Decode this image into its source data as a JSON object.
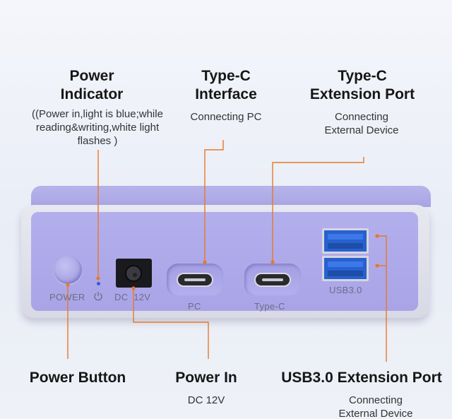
{
  "annotations": {
    "power_indicator": {
      "title_line1": "Power",
      "title_line2": "Indicator",
      "desc_line1": "((Power in,light is blue;while",
      "desc_line2": "reading&writing,white light",
      "desc_line3": "flashes )"
    },
    "typec_interface": {
      "title_line1": "Type-C",
      "title_line2": "Interface",
      "desc": "Connecting PC"
    },
    "typec_extension": {
      "title_line1": "Type-C",
      "title_line2": "Extension Port",
      "desc_line1": "Connecting",
      "desc_line2": "External Device"
    },
    "power_button": {
      "title": "Power Button"
    },
    "power_in": {
      "title": "Power In",
      "desc": "DC 12V"
    },
    "usb3_extension": {
      "title": "USB3.0 Extension Port",
      "desc_line1": "Connecting",
      "desc_line2": "External Device"
    }
  },
  "device": {
    "labels": {
      "power": "POWER",
      "dc": "DC  12V",
      "pc": "PC",
      "typec": "Type-C",
      "usb3": "USB3.0"
    }
  },
  "colors": {
    "leader_line": "#e8782a",
    "device_face": "#b0abea",
    "led": "#2f5ed8",
    "usb_port": "#2860d0"
  }
}
